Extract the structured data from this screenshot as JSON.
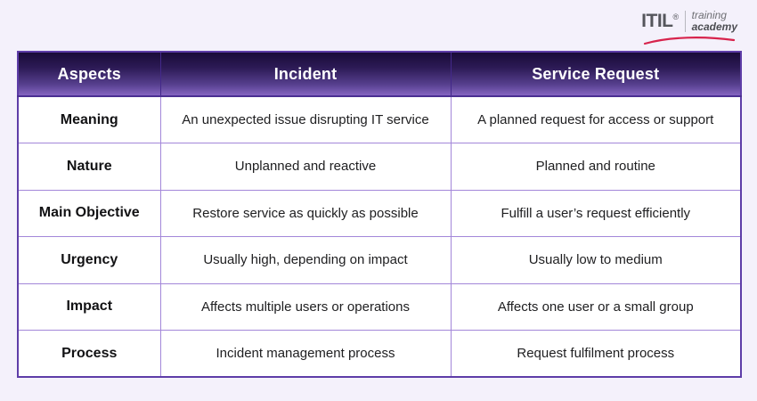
{
  "page": {
    "background_color": "#f4f1fb"
  },
  "logo": {
    "brand": "ITIL",
    "registered_mark": "®",
    "tagline_line1": "training",
    "tagline_line2": "academy",
    "swoosh_color": "#d7234c"
  },
  "table": {
    "header": {
      "columns": [
        "Aspects",
        "Incident",
        "Service Request"
      ],
      "gradient_top": "#190b38",
      "gradient_bottom": "#8565c1",
      "text_color": "#ffffff"
    },
    "border_color": "#a387d9",
    "outer_border_color": "#5e3da8",
    "rows": [
      {
        "aspect": "Meaning",
        "incident": "An unexpected issue disrupting IT service",
        "service_request": "A planned request for access or support"
      },
      {
        "aspect": "Nature",
        "incident": "Unplanned and reactive",
        "service_request": "Planned and routine"
      },
      {
        "aspect": "Main Objective",
        "incident": "Restore service as quickly as possible",
        "service_request": "Fulfill a user’s request efficiently"
      },
      {
        "aspect": "Urgency",
        "incident": "Usually high, depending on impact",
        "service_request": "Usually low to medium"
      },
      {
        "aspect": "Impact",
        "incident": "Affects multiple users or operations",
        "service_request": "Affects one user or a small group"
      },
      {
        "aspect": "Process",
        "incident": "Incident management process",
        "service_request": "Request fulfilment process"
      }
    ]
  }
}
